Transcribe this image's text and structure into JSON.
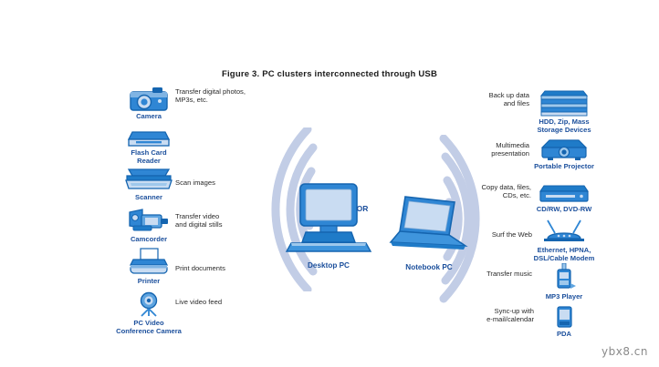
{
  "figure": {
    "title": "Figure 3. PC clusters interconnected through USB",
    "watermark": "ybx8.cn",
    "colors": {
      "device_blue_dark": "#1565b0",
      "device_blue_mid": "#2f86d4",
      "device_blue_light": "#bcd6ef",
      "caption_blue": "#1b4f9c",
      "arc_blue": "#c2cde6",
      "body_text": "#2a2a2a"
    }
  },
  "center": {
    "or_label": "OR",
    "desktop": {
      "caption": "Desktop PC",
      "icon": "desktop-pc-icon"
    },
    "notebook": {
      "caption": "Notebook PC",
      "icon": "notebook-pc-icon"
    }
  },
  "left_devices": [
    {
      "caption": "Camera",
      "description": "Transfer digital photos,\nMP3s, etc.",
      "icon": "camera-icon"
    },
    {
      "caption": "Flash Card\nReader",
      "description": "",
      "icon": "flash-card-reader-icon"
    },
    {
      "caption": "Scanner",
      "description": "Scan images",
      "icon": "scanner-icon"
    },
    {
      "caption": "Camcorder",
      "description": "Transfer video\nand digital stills",
      "icon": "camcorder-icon"
    },
    {
      "caption": "Printer",
      "description": "Print documents",
      "icon": "printer-icon"
    },
    {
      "caption": "PC Video\nConference Camera",
      "description": "Live video feed",
      "icon": "webcam-icon"
    }
  ],
  "right_devices": [
    {
      "caption": "HDD, Zip, Mass\nStorage Devices",
      "description": "Back up data\nand files",
      "icon": "hdd-storage-icon"
    },
    {
      "caption": "Portable Projector",
      "description": "Multimedia\npresentation",
      "icon": "projector-icon"
    },
    {
      "caption": "CD/RW, DVD-RW",
      "description": "Copy data, files,\nCDs, etc.",
      "icon": "optical-drive-icon"
    },
    {
      "caption": "Ethernet, HPNA,\nDSL/Cable Modem",
      "description": "Surf the Web",
      "icon": "modem-icon"
    },
    {
      "caption": "MP3 Player",
      "description": "Transfer music",
      "icon": "mp3-player-icon"
    },
    {
      "caption": "PDA",
      "description": "Sync-up with\ne-mail/calendar",
      "icon": "pda-icon"
    }
  ]
}
